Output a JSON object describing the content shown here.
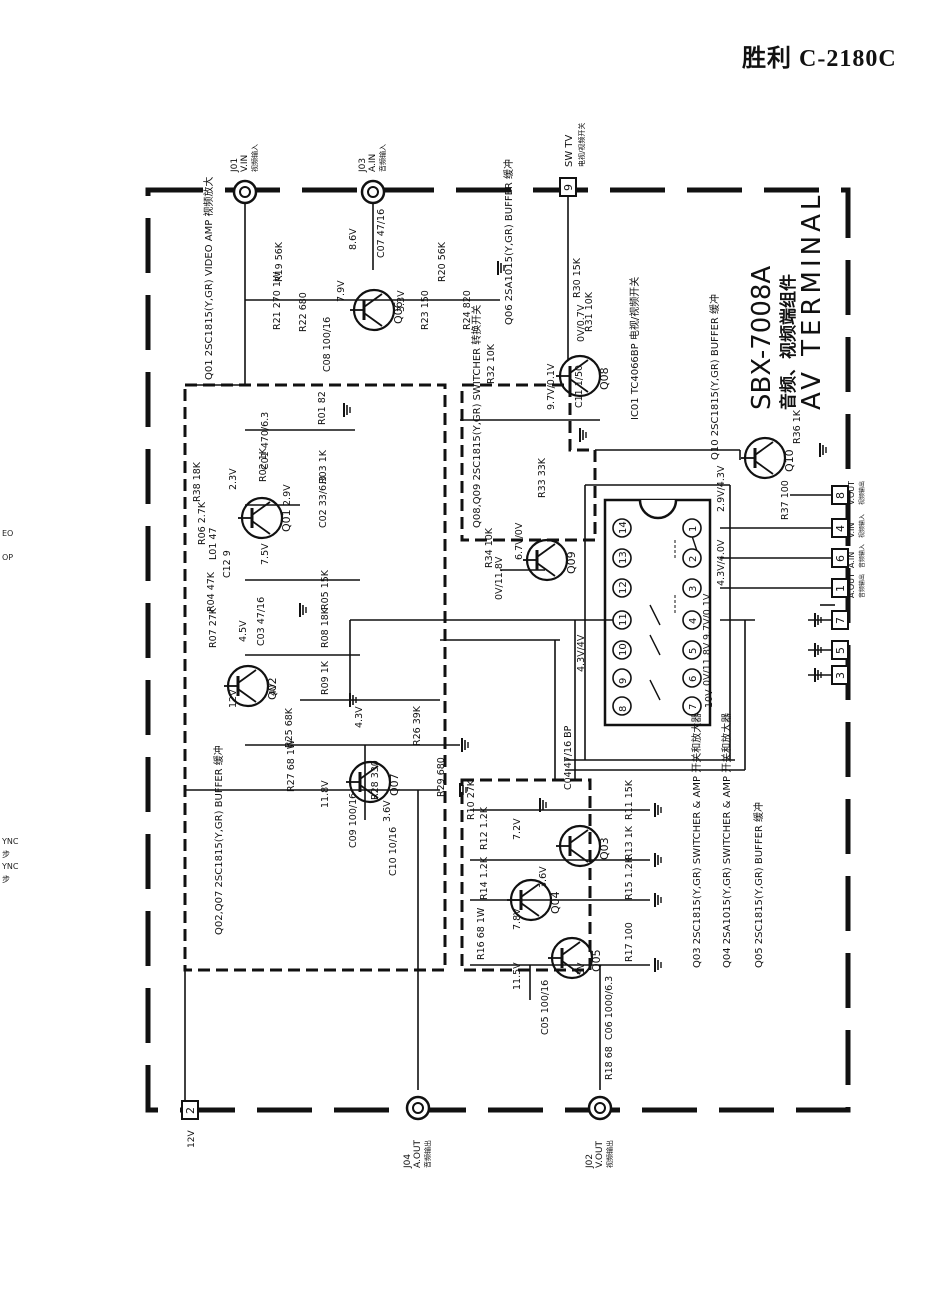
{
  "header": {
    "title": "胜利 C-2180C"
  },
  "board": {
    "model": "SBX-7008A",
    "name_cn": "音频、视频端组件",
    "name_en": "AV TERMINAL"
  },
  "stray_labels": [
    "EO",
    "OP",
    "YNC",
    "步",
    "YNC",
    "步"
  ],
  "terminals": [
    {
      "id": "J01",
      "name": "V.IN",
      "cn": "视频输入"
    },
    {
      "id": "J03",
      "name": "A.IN",
      "cn": "音频输入"
    },
    {
      "id": "J04",
      "name": "A.OUT",
      "cn": "音频输出"
    },
    {
      "id": "J02",
      "name": "V.OUT",
      "cn": "视频输出"
    }
  ],
  "pins": [
    {
      "num": "9",
      "label": "SW TV",
      "cn": "电视/视频开关"
    },
    {
      "num": "2",
      "label": "12V",
      "cn": ""
    },
    {
      "num": "8",
      "label": "V.OUT",
      "cn": "视频输出"
    },
    {
      "num": "4",
      "label": "V.IN",
      "cn": "视频输入"
    },
    {
      "num": "6",
      "label": "A.IN",
      "cn": "音频输入"
    },
    {
      "num": "1",
      "label": "A.OUT",
      "cn": "音频输出"
    },
    {
      "num": "7",
      "label": "",
      "cn": ""
    },
    {
      "num": "5",
      "label": "",
      "cn": ""
    },
    {
      "num": "3",
      "label": "",
      "cn": ""
    }
  ],
  "transistor_notes": [
    {
      "text": "Q01  2SC1815(Y,GR)  VIDEO AMP  视频放大"
    },
    {
      "text": "Q06  2SA1015(Y,GR)  BUFFER  缓冲"
    },
    {
      "text": "Q08,Q09  2SC1815(Y,GR)  SWITCHER  转换开关"
    },
    {
      "text": "IC01  TC4066BP  电视/视频开关"
    },
    {
      "text": "Q10  2SC1815(Y,GR)  BUFFER  缓冲"
    },
    {
      "text": "Q02,Q07  2SC1815(Y,GR)  BUFFER  缓冲"
    },
    {
      "text": "Q03  2SC1815(Y,GR)  SWITCHER & AMP  开关和放大器"
    },
    {
      "text": "Q04  2SA1015(Y,GR)  SWITCHER & AMP  开关和放大器"
    },
    {
      "text": "Q05  2SC1815(Y,GR)  BUFFER  缓冲"
    }
  ],
  "transistors": [
    "Q01",
    "Q02",
    "Q03",
    "Q04",
    "Q05",
    "Q06",
    "Q07",
    "Q08",
    "Q09",
    "Q10"
  ],
  "components": [
    "R19 56K",
    "R20 56K",
    "R21 270 1W",
    "R22 680",
    "R23 150",
    "R24 820",
    "C07 47/16",
    "C08 100/16",
    "R30 15K",
    "R31 10K",
    "R32 10K",
    "C01 470/6.3",
    "R01 82",
    "R02 1K",
    "R03 1K",
    "R38 18K",
    "C02 33/6.3",
    "R06 2.7K",
    "L01 47",
    "C12 9",
    "R04 47K",
    "R05 15K",
    "R07 27K",
    "C03 47/16",
    "R08 18K",
    "R09 1K",
    "R25 68K",
    "R26 39K",
    "R27 68 1W",
    "R28 330",
    "R29 680",
    "C09 100/16",
    "C10 10/16",
    "C04 47/16 BP",
    "R10 27K",
    "R11 15K",
    "R12 1.2K",
    "R13 1K",
    "R14 1.2K",
    "R15 1.2K",
    "R16 68 1W",
    "R17 100",
    "C05 100/16",
    "C06 1000/6.3",
    "R18 68",
    "R33 33K",
    "R34 10K",
    "R36 1K",
    "R37 100",
    "C11 1/50"
  ],
  "voltages": [
    "8.6V",
    "7.9V",
    "3.3V",
    "2.3V",
    "2.9V",
    "7.5V",
    "4.5V",
    "4V",
    "4.3V",
    "12V",
    "11.8V",
    "3.6V",
    "7.2V",
    "3.6V",
    "7.8V",
    "11.5V",
    "3V",
    "0V/0.7V",
    "9.7V/0.1V",
    "6.7V/0V",
    "0V/11.8V",
    "4.3V/4V",
    "2.9V/4.3V",
    "4.3V/4.0V",
    "9.7V/0.1V",
    "0V/11.8V",
    "10V"
  ],
  "ic": {
    "name": "IC01",
    "left_pins": [
      "14",
      "13",
      "12",
      "11",
      "10",
      "9",
      "8"
    ],
    "right_pins": [
      "1",
      "2",
      "3",
      "4",
      "5",
      "6",
      "7"
    ]
  }
}
